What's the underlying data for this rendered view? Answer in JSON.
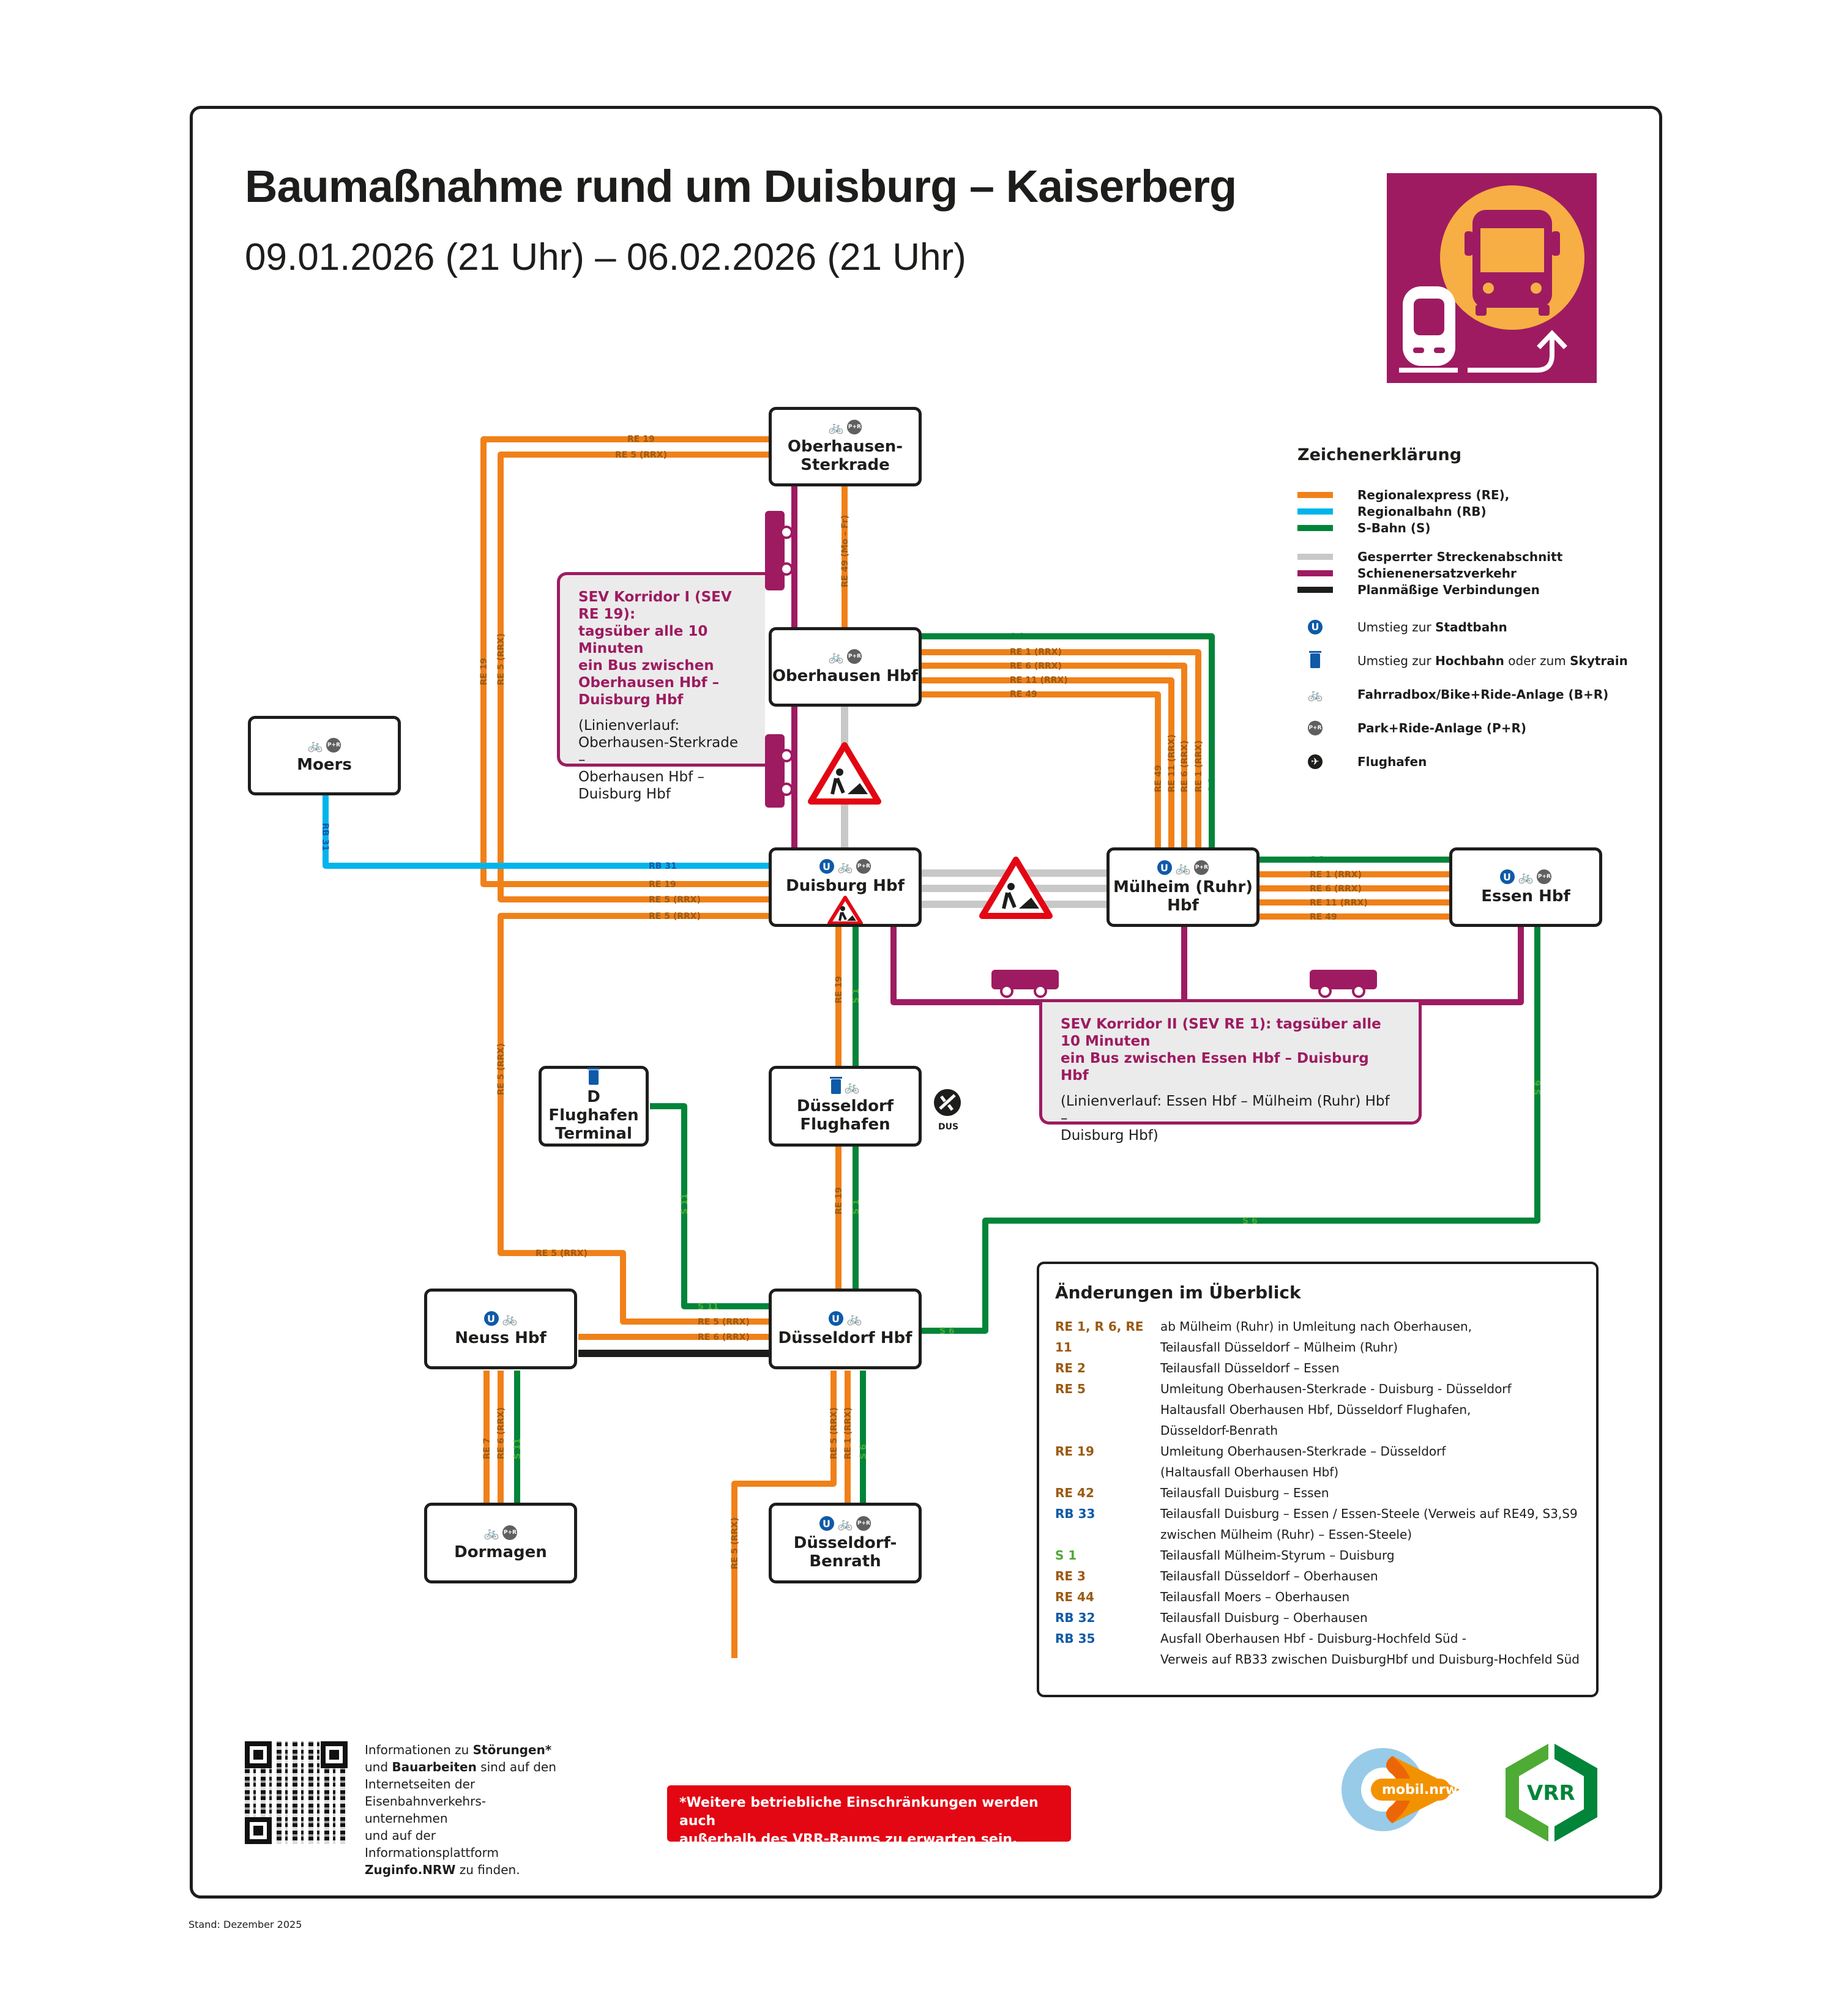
{
  "header": {
    "title": "Baumaßnahme rund um Duisburg – Kaiserberg",
    "period": "09.01.2026 (21 Uhr) – 06.02.2026 (21 Uhr)"
  },
  "colors": {
    "re": "#f08119",
    "rb": "#00b5eb",
    "s": "#008539",
    "closed": "#c8c8c8",
    "sev": "#9e1b61",
    "scheduled": "#1d1d1b",
    "label_re": "#9c5a12",
    "label_rb": "#0e5aa7",
    "label_s": "#4eab34",
    "alert": "#e30613"
  },
  "stations": {
    "sterkrade": {
      "name": "Oberhausen-\nSterkrade",
      "icons": [
        "bike",
        "pr"
      ]
    },
    "oberhausen": {
      "name": "Oberhausen Hbf",
      "icons": [
        "bike",
        "pr"
      ]
    },
    "moers": {
      "name": "Moers",
      "icons": [
        "bike",
        "pr"
      ]
    },
    "duisburg": {
      "name": "Duisburg Hbf",
      "icons": [
        "u",
        "bike",
        "pr"
      ]
    },
    "muelheim": {
      "name": "Mülheim (Ruhr)\nHbf",
      "icons": [
        "u",
        "bike",
        "pr"
      ]
    },
    "essen": {
      "name": "Essen Hbf",
      "icons": [
        "u",
        "bike",
        "pr"
      ]
    },
    "flughafen_terminal": {
      "name": "D Flughafen\nTerminal",
      "icons": [
        "sky"
      ]
    },
    "duesseldorf_flughafen": {
      "name": "Düsseldorf\nFlughafen",
      "icons": [
        "sky",
        "bike"
      ]
    },
    "neuss": {
      "name": "Neuss Hbf",
      "icons": [
        "u",
        "bike"
      ]
    },
    "duesseldorf": {
      "name": "Düsseldorf Hbf",
      "icons": [
        "u",
        "bike"
      ]
    },
    "dormagen": {
      "name": "Dormagen",
      "icons": [
        "bike",
        "pr"
      ]
    },
    "benrath": {
      "name": "Düsseldorf-\nBenrath",
      "icons": [
        "u",
        "bike",
        "pr"
      ]
    }
  },
  "airport_code": "DUS",
  "line_labels": {
    "re19": "RE 19",
    "re5": "RE 5 (RRX)",
    "re49_mofr": "RE 49 (Mo – Fr)",
    "s3": "S 3",
    "re1": "RE 1 (RRX)",
    "re6": "RE 6 (RRX)",
    "re11": "RE 11 (RRX)",
    "re49": "RE 49",
    "rb31": "RB 31",
    "s1": "S 1",
    "s11": "S 11",
    "s6": "S 6",
    "re7": "RE 7"
  },
  "sev": {
    "corridor1": {
      "heading": "SEV Korridor I (SEV RE 19):\ntagsüber alle 10 Minuten\nein Bus zwischen\nOberhausen Hbf –\nDuisburg Hbf",
      "route": "(Linienverlauf:\nOberhausen-Sterkrade –\nOberhausen Hbf –\nDuisburg Hbf"
    },
    "corridor2": {
      "heading": "SEV Korridor II (SEV RE 1): tagsüber alle 10 Minuten\nein Bus zwischen Essen Hbf – Duisburg Hbf",
      "route": "(Linienverlauf: Essen Hbf – Mülheim (Ruhr) Hbf –\nDuisburg Hbf)"
    }
  },
  "legend": {
    "heading": "Zeichenerklärung",
    "lines": [
      {
        "label": "Regionalexpress (RE),",
        "color": "#f08119"
      },
      {
        "label": "Regionalbahn (RB)",
        "color": "#00b5eb"
      },
      {
        "label": "S-Bahn (S)",
        "color": "#008539"
      },
      {
        "label": "Gesperrter Streckenabschnitt",
        "color": "#c8c8c8"
      },
      {
        "label": "Schienenersatzverkehr",
        "color": "#9e1b61"
      },
      {
        "label": "Planmäßige Verbindungen",
        "color": "#1d1d1b"
      }
    ],
    "icons": [
      {
        "icon": "u-bahn-icon",
        "prefix": "Umstieg zur ",
        "bold": "Stadtbahn",
        "middle": "",
        "bold2": ""
      },
      {
        "icon": "skytrain-icon",
        "prefix": "Umstieg zur ",
        "bold": "Hochbahn",
        "middle": " oder zum ",
        "bold2": "Skytrain"
      },
      {
        "icon": "bike-icon",
        "prefix": "",
        "bold": "Fahrradbox/Bike+Ride-Anlage (B+R)",
        "middle": "",
        "bold2": ""
      },
      {
        "icon": "park-ride-icon",
        "prefix": "",
        "bold": "Park+Ride-Anlage (P+R)",
        "middle": "",
        "bold2": ""
      },
      {
        "icon": "airport-icon",
        "prefix": "",
        "bold": "Flughafen",
        "middle": "",
        "bold2": ""
      }
    ]
  },
  "changes": {
    "heading": "Änderungen im Überblick",
    "items": [
      {
        "line": "RE 1, R 6, RE 11",
        "type": "re",
        "text": "ab Mülheim (Ruhr) in Umleitung nach Oberhausen,\nTeilausfall Düsseldorf – Mülheim (Ruhr)"
      },
      {
        "line": "RE 2",
        "type": "re",
        "text": "Teilausfall Düsseldorf – Essen"
      },
      {
        "line": "RE 5",
        "type": "re",
        "text": "Umleitung Oberhausen-Sterkrade - Duisburg - Düsseldorf\nHaltausfall Oberhausen Hbf, Düsseldorf Flughafen,\nDüsseldorf-Benrath"
      },
      {
        "line": "RE 19",
        "type": "re",
        "text": "Umleitung Oberhausen-Sterkrade – Düsseldorf\n(Haltausfall Oberhausen Hbf)"
      },
      {
        "line": "RE 42",
        "type": "re",
        "text": "Teilausfall Duisburg – Essen"
      },
      {
        "line": "RB 33",
        "type": "rb",
        "text": "Teilausfall Duisburg – Essen / Essen-Steele (Verweis auf RE49, S3,S9\nzwischen Mülheim (Ruhr) – Essen-Steele)"
      },
      {
        "line": "S 1",
        "type": "s",
        "text": "Teilausfall Mülheim-Styrum – Duisburg"
      },
      {
        "line": "RE 3",
        "type": "re",
        "text": "Teilausfall Düsseldorf – Oberhausen"
      },
      {
        "line": "RE 44",
        "type": "re",
        "text": "Teilausfall Moers – Oberhausen"
      },
      {
        "line": "RB 32",
        "type": "rb",
        "text": "Teilausfall Duisburg – Oberhausen"
      },
      {
        "line": "RB 35",
        "type": "rb",
        "text": "Ausfall Oberhausen Hbf - Duisburg-Hochfeld Süd -\nVerweis auf RB33 zwischen DuisburgHbf und Duisburg-Hochfeld Süd"
      }
    ]
  },
  "info": {
    "text_parts": [
      {
        "t": "Informationen zu ",
        "b": false
      },
      {
        "t": "Störungen*",
        "b": true
      },
      {
        "t": "\nund ",
        "b": false
      },
      {
        "t": "Bauarbeiten",
        "b": true
      },
      {
        "t": " sind auf den\nInternetseiten der\nEisenbahnverkehrs- unternehmen\nund auf der Informationsplattform\n",
        "b": false
      },
      {
        "t": "Zuginfo.NRW",
        "b": true
      },
      {
        "t": " zu finden.",
        "b": false
      }
    ]
  },
  "alert": "*Weitere betriebliche Einschränkungen werden auch\n außerhalb des VRR-Raums zu erwarten sein.",
  "logos": {
    "mobil": "mobil.nrw",
    "vrr": "VRR"
  },
  "footer": {
    "stand": "Stand: Dezember 2025"
  }
}
